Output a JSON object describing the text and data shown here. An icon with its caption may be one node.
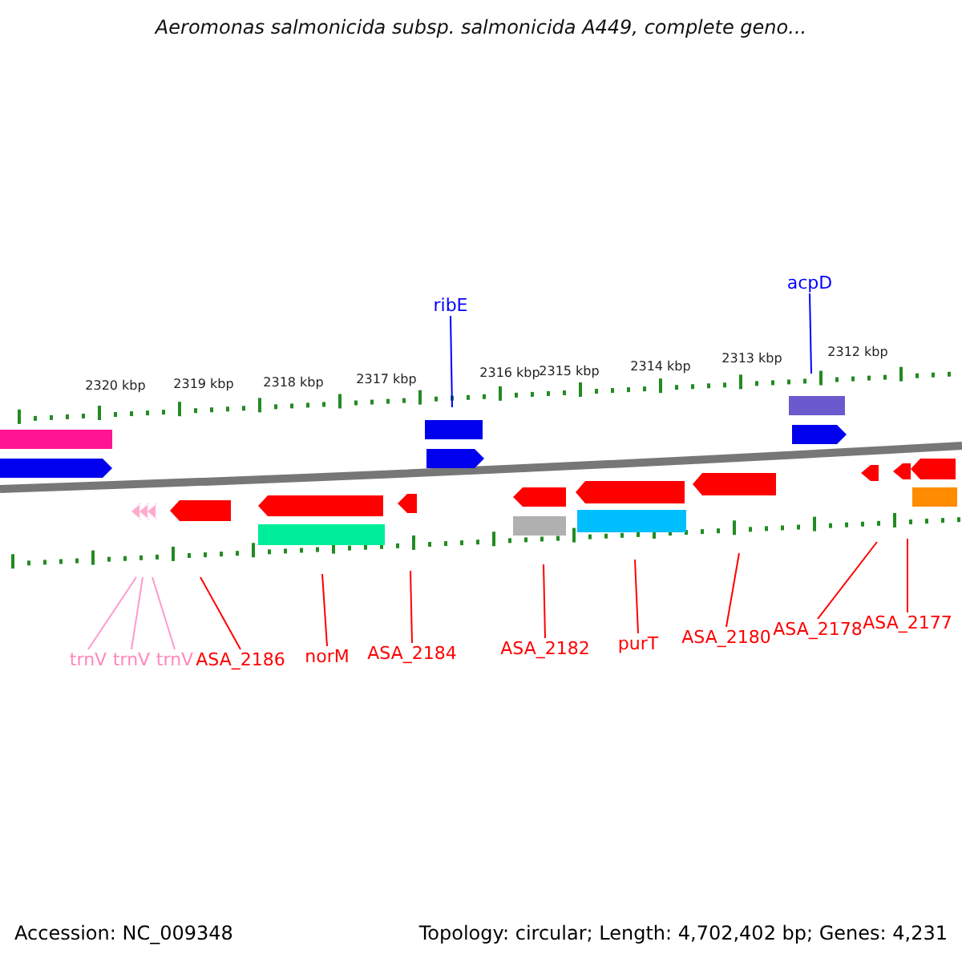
{
  "diagram": {
    "title": "Aeromonas salmonicida subsp. salmonicida A449, complete geno...",
    "nodes": [
      {
        "text": [
          "ribE"
        ]
      },
      {
        "text": [
          "acpD"
        ]
      },
      {
        "text": [
          "trnV"
        ]
      },
      {
        "text": [
          "trnV"
        ]
      },
      {
        "text": [
          "trnV"
        ]
      },
      {
        "text": [
          "ASA_2186"
        ]
      },
      {
        "text": [
          "norM"
        ]
      },
      {
        "text": [
          "ASA_2184"
        ]
      },
      {
        "text": [
          "ASA_2182"
        ]
      },
      {
        "text": [
          "purT"
        ]
      },
      {
        "text": [
          "ASA_2180"
        ]
      },
      {
        "text": [
          "ASA_2178"
        ]
      },
      {
        "text": [
          "ASA_2177"
        ]
      }
    ],
    "edges": [
      {
        "from": 0,
        "to": null,
        "arrow": "none",
        "color": "#0000ff"
      },
      {
        "from": 1,
        "to": null,
        "arrow": "none",
        "color": "#0000ff"
      },
      {
        "from": 2,
        "to": null,
        "arrow": "none",
        "color": "#ff99cc"
      },
      {
        "from": 3,
        "to": null,
        "arrow": "none",
        "color": "#ff99cc"
      },
      {
        "from": 4,
        "to": null,
        "arrow": "none",
        "color": "#ff99cc"
      },
      {
        "from": 5,
        "to": null,
        "arrow": "none"
      },
      {
        "from": 6,
        "to": null,
        "arrow": "none"
      },
      {
        "from": 7,
        "to": null,
        "arrow": "none"
      },
      {
        "from": 8,
        "to": null,
        "arrow": "none"
      },
      {
        "from": 9,
        "to": null,
        "arrow": "none"
      },
      {
        "from": 10,
        "to": null,
        "arrow": "none"
      },
      {
        "from": 11,
        "to": null,
        "arrow": "none"
      },
      {
        "from": 12,
        "to": null,
        "arrow": "none"
      }
    ],
    "labels": [
      "2320 kbp",
      "2319 kbp",
      "2318 kbp",
      "2317 kbp",
      "2316 kbp",
      "2315 kbp",
      "2314 kbp",
      "2313 kbp",
      "2312 kbp",
      "Accession: NC_009348",
      "Topology: circular; Length: 4,702,402 bp; Genes: 4,231"
    ]
  }
}
